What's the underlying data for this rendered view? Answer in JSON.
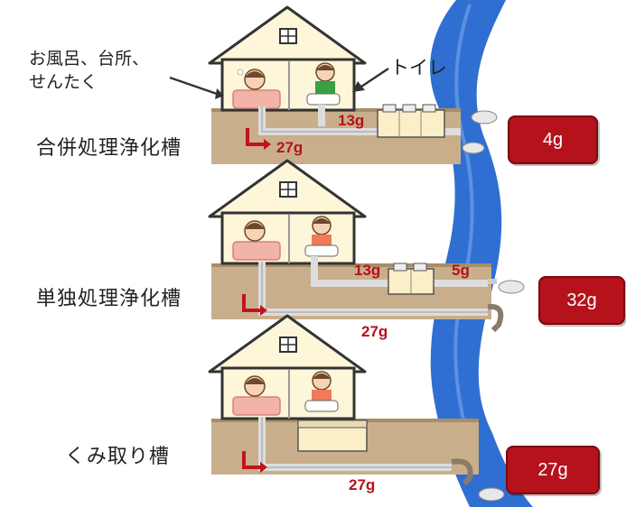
{
  "callouts": {
    "bath_kitchen_laundry_line1": "お風呂、台所、",
    "bath_kitchen_laundry_line2": "せんたく",
    "toilet": "トイレ"
  },
  "systems": [
    {
      "label": "合併処理浄化槽",
      "amounts": {
        "household": "27g",
        "toilet": "13g"
      },
      "result": "4g"
    },
    {
      "label": "単独処理浄化槽",
      "amounts": {
        "household": "27g",
        "toilet": "13g",
        "treated_out": "5g"
      },
      "result": "32g"
    },
    {
      "label": "くみ取り槽",
      "amounts": {
        "household": "27g"
      },
      "result": "27g"
    }
  ],
  "colors": {
    "river": "#2f6fd1",
    "ground": "#c9ae8c",
    "house_wall": "#fdf6d8",
    "house_roof_outline": "#333333",
    "amount_text": "#b5121b",
    "result_box": "#b5121b",
    "tank": "#fbefc8"
  }
}
